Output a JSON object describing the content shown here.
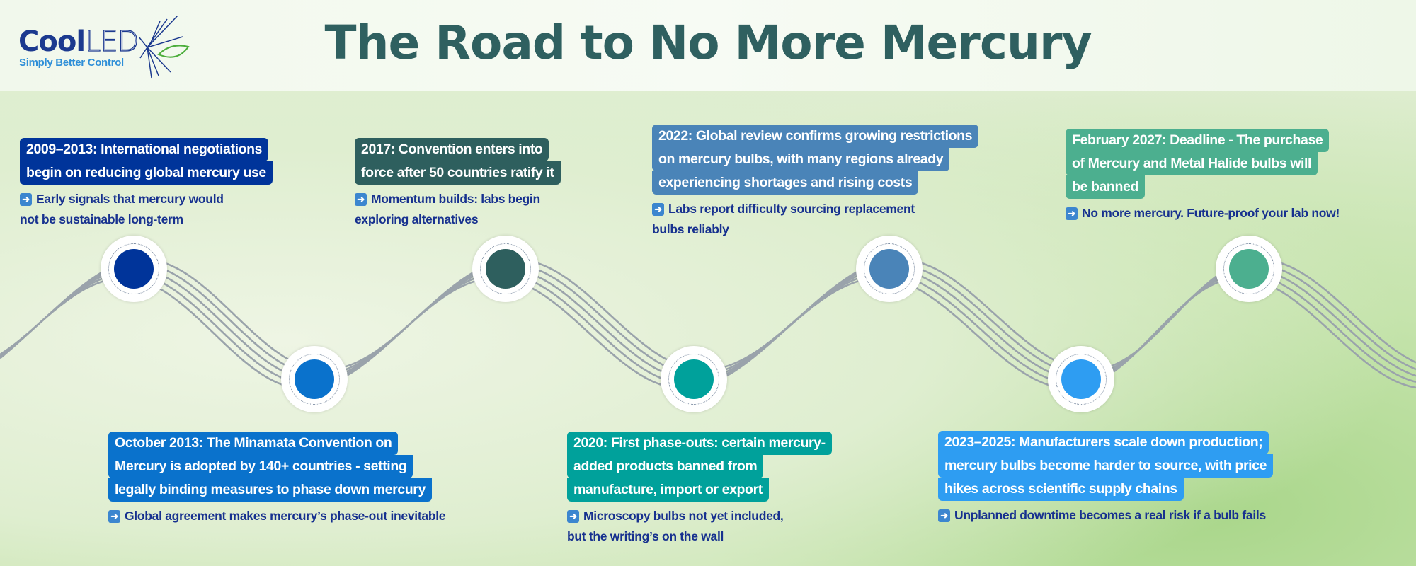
{
  "header": {
    "title": "The Road to No More Mercury",
    "logo": {
      "brand_bold": "Cool",
      "brand_light": "LED",
      "tagline": "Simply Better Control"
    }
  },
  "colors": {
    "title": "#2f6060",
    "subtext": "#17318f",
    "wave": "#9aa3ab"
  },
  "events": [
    {
      "id": "e2009",
      "color": "#00349a",
      "lines": [
        "2009–2013: International negotiations",
        "begin on reducing global mercury use"
      ],
      "sub": [
        "Early signals that mercury would",
        "not be sustainable long-term"
      ]
    },
    {
      "id": "e2013",
      "color": "#0a72cc",
      "lines": [
        "October 2013: The Minamata Convention on",
        "Mercury is adopted by 140+ countries - setting",
        "legally binding measures to phase down mercury"
      ],
      "sub": [
        "Global agreement makes mercury’s phase-out inevitable"
      ]
    },
    {
      "id": "e2017",
      "color": "#2e5f5e",
      "lines": [
        "2017: Convention enters into",
        "force after 50 countries ratify it"
      ],
      "sub": [
        "Momentum builds: labs begin",
        "exploring alternatives"
      ]
    },
    {
      "id": "e2020",
      "color": "#00a19b",
      "lines": [
        "2020: First phase-outs: certain mercury-",
        "added products banned from",
        "manufacture, import or export"
      ],
      "sub": [
        "Microscopy bulbs not yet included,",
        "but the writing’s on the wall"
      ]
    },
    {
      "id": "e2022",
      "color": "#4a84b8",
      "lines": [
        "2022: Global review confirms growing restrictions",
        "on mercury bulbs, with many regions already",
        "experiencing shortages and rising costs"
      ],
      "sub": [
        "Labs report difficulty sourcing replacement",
        "bulbs reliably"
      ]
    },
    {
      "id": "e2023",
      "color": "#2e9df2",
      "lines": [
        "2023–2025: Manufacturers scale down production;",
        "mercury bulbs become harder to source, with price",
        "hikes across scientific supply chains"
      ],
      "sub": [
        "Unplanned downtime becomes a real risk if a bulb fails"
      ]
    },
    {
      "id": "e2027",
      "color": "#4caf8f",
      "lines": [
        "February 2027: Deadline - The purchase",
        "of Mercury and Metal Halide bulbs will",
        "be banned"
      ],
      "sub": [
        "No more mercury. Future-proof your lab now!"
      ]
    }
  ]
}
